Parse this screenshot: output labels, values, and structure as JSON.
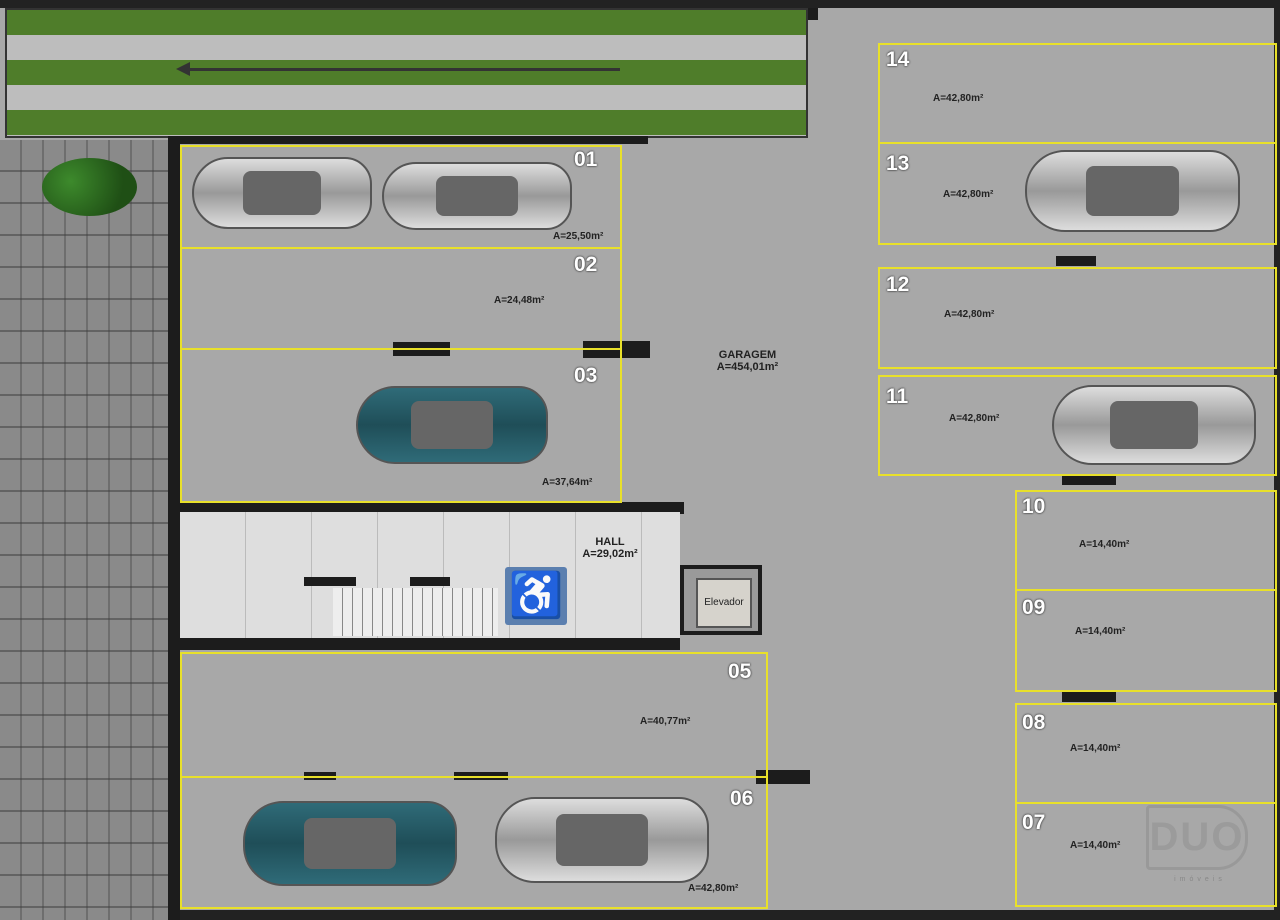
{
  "garage": {
    "label": "GARAGEM",
    "area": "A=454,01m²"
  },
  "hall": {
    "label": "HALL",
    "area": "A=29,02m²"
  },
  "elevator": {
    "label": "Elevador"
  },
  "spots": [
    {
      "num": "01",
      "area": "A=25,50m²"
    },
    {
      "num": "02",
      "area": "A=24,48m²"
    },
    {
      "num": "03",
      "area": "A=37,64m²"
    },
    {
      "num": "05",
      "area": "A=40,77m²"
    },
    {
      "num": "06",
      "area": "A=42,80m²"
    },
    {
      "num": "07",
      "area": "A=14,40m²"
    },
    {
      "num": "08",
      "area": "A=14,40m²"
    },
    {
      "num": "09",
      "area": "A=14,40m²"
    },
    {
      "num": "10",
      "area": "A=14,40m²"
    },
    {
      "num": "11",
      "area": "A=42,80m²"
    },
    {
      "num": "12",
      "area": "A=42,80m²"
    },
    {
      "num": "13",
      "area": "A=42,80m²"
    },
    {
      "num": "14",
      "area": "A=42,80m²"
    }
  ],
  "watermark": {
    "brand": "DUO",
    "sub": "imóveis"
  },
  "icons": {
    "accessibility": "wheelchair-icon",
    "arrow": "arrow-left-icon"
  },
  "colors": {
    "spot_line": "#e8e02a",
    "wall": "#1c1c1c",
    "floor": "#a8a8a8",
    "access": "#5b7faf"
  }
}
